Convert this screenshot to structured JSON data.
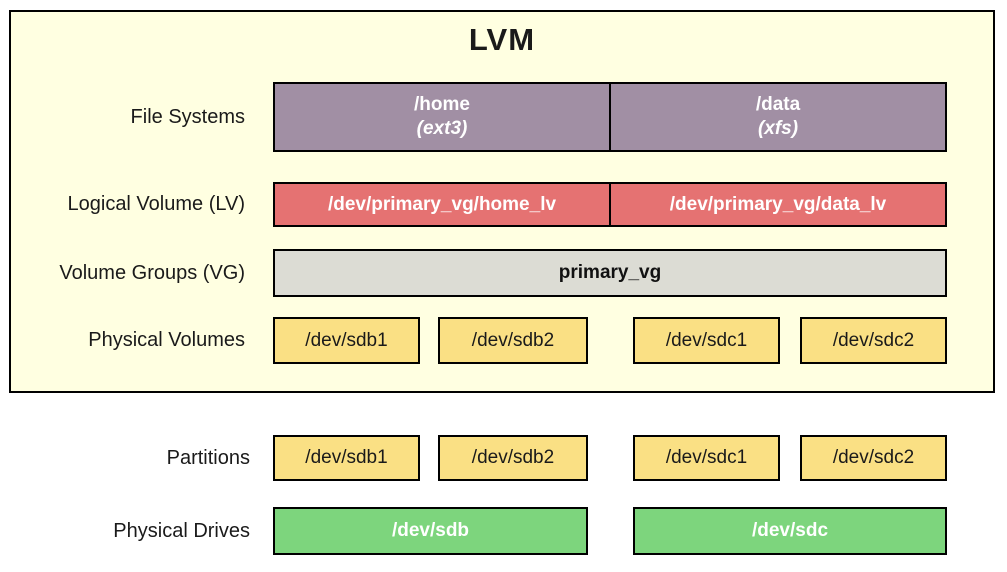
{
  "title": "LVM",
  "colors": {
    "container_bg": "#FFFFE1",
    "file_system_fill": "#A18FA4",
    "logical_volume_fill": "#E57272",
    "volume_group_fill": "#DCDCD4",
    "physical_volume_fill": "#FAE084",
    "drive_fill": "#7DD57D"
  },
  "rows": {
    "file_systems": {
      "label": "File Systems",
      "boxes": [
        {
          "name": "/home",
          "type": "(ext3)"
        },
        {
          "name": "/data",
          "type": "(xfs)"
        }
      ]
    },
    "logical_volumes": {
      "label": "Logical Volume (LV)",
      "boxes": [
        "/dev/primary_vg/home_lv",
        "/dev/primary_vg/data_lv"
      ]
    },
    "volume_groups": {
      "label": "Volume Groups (VG)",
      "boxes": [
        "primary_vg"
      ]
    },
    "physical_volumes": {
      "label": "Physical Volumes",
      "boxes": [
        "/dev/sdb1",
        "/dev/sdb2",
        "/dev/sdc1",
        "/dev/sdc2"
      ]
    },
    "partitions": {
      "label": "Partitions",
      "boxes": [
        "/dev/sdb1",
        "/dev/sdb2",
        "/dev/sdc1",
        "/dev/sdc2"
      ]
    },
    "physical_drives": {
      "label": "Physical Drives",
      "boxes": [
        "/dev/sdb",
        "/dev/sdc"
      ]
    }
  }
}
